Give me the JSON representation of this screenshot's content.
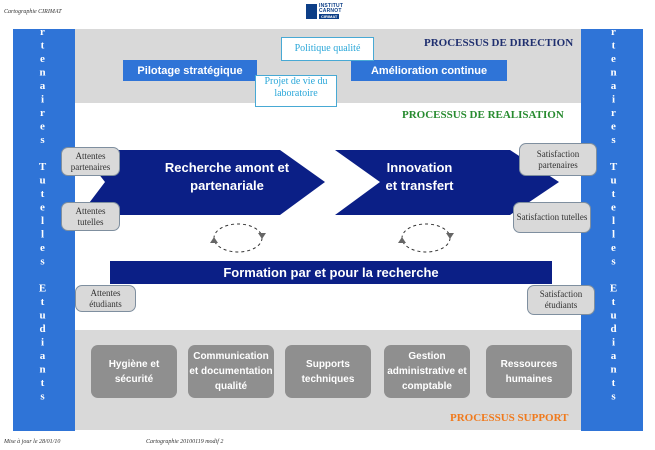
{
  "header": {
    "note": "Cartographie CIRIMAT",
    "logo_line1": "INSTITUT",
    "logo_line2": "CARNOT",
    "logo_badge": "CIRIMAT"
  },
  "sides": {
    "left": "Partenaires Tutelles Etudiants",
    "right": "Partenaires Tutelles Etudiants"
  },
  "sections": {
    "direction": "PROCESSUS DE DIRECTION",
    "realisation": "PROCESSUS DE REALISATION",
    "support": "PROCESSUS SUPPORT"
  },
  "direction": {
    "pilotage": "Pilotage stratégique",
    "amelioration": "Amélioration continue",
    "politique": "Politique qualité",
    "projet": "Projet de vie du laboratoire"
  },
  "realisation": {
    "arrow1": "Recherche amont et partenariale",
    "arrow2": "Innovation et transfert",
    "formation": "Formation par et pour la recherche",
    "attentes_partenaires": "Attentes partenaires",
    "attentes_tutelles": "Attentes tutelles",
    "attentes_etudiants": "Attentes étudiants",
    "satisfaction_partenaires": "Satisfaction partenaires",
    "satisfaction_tutelles": "Satisfaction tutelles",
    "satisfaction_etudiants": "Satisfaction étudiants"
  },
  "support_items": [
    "Hygiène et sécurité",
    "Communication et documentation qualité",
    "Supports techniques",
    "Gestion administrative et comptable",
    "Ressources humaines"
  ],
  "footer": {
    "left": "Mise à jour le 28/01/10",
    "middle": "Cartographie 20100119 modif 2"
  },
  "colors": {
    "blue": "#2f74d7",
    "navy": "#0b1f86",
    "green": "#278b2f",
    "orange": "#f07a1d",
    "callout": "#2aa7d9"
  }
}
